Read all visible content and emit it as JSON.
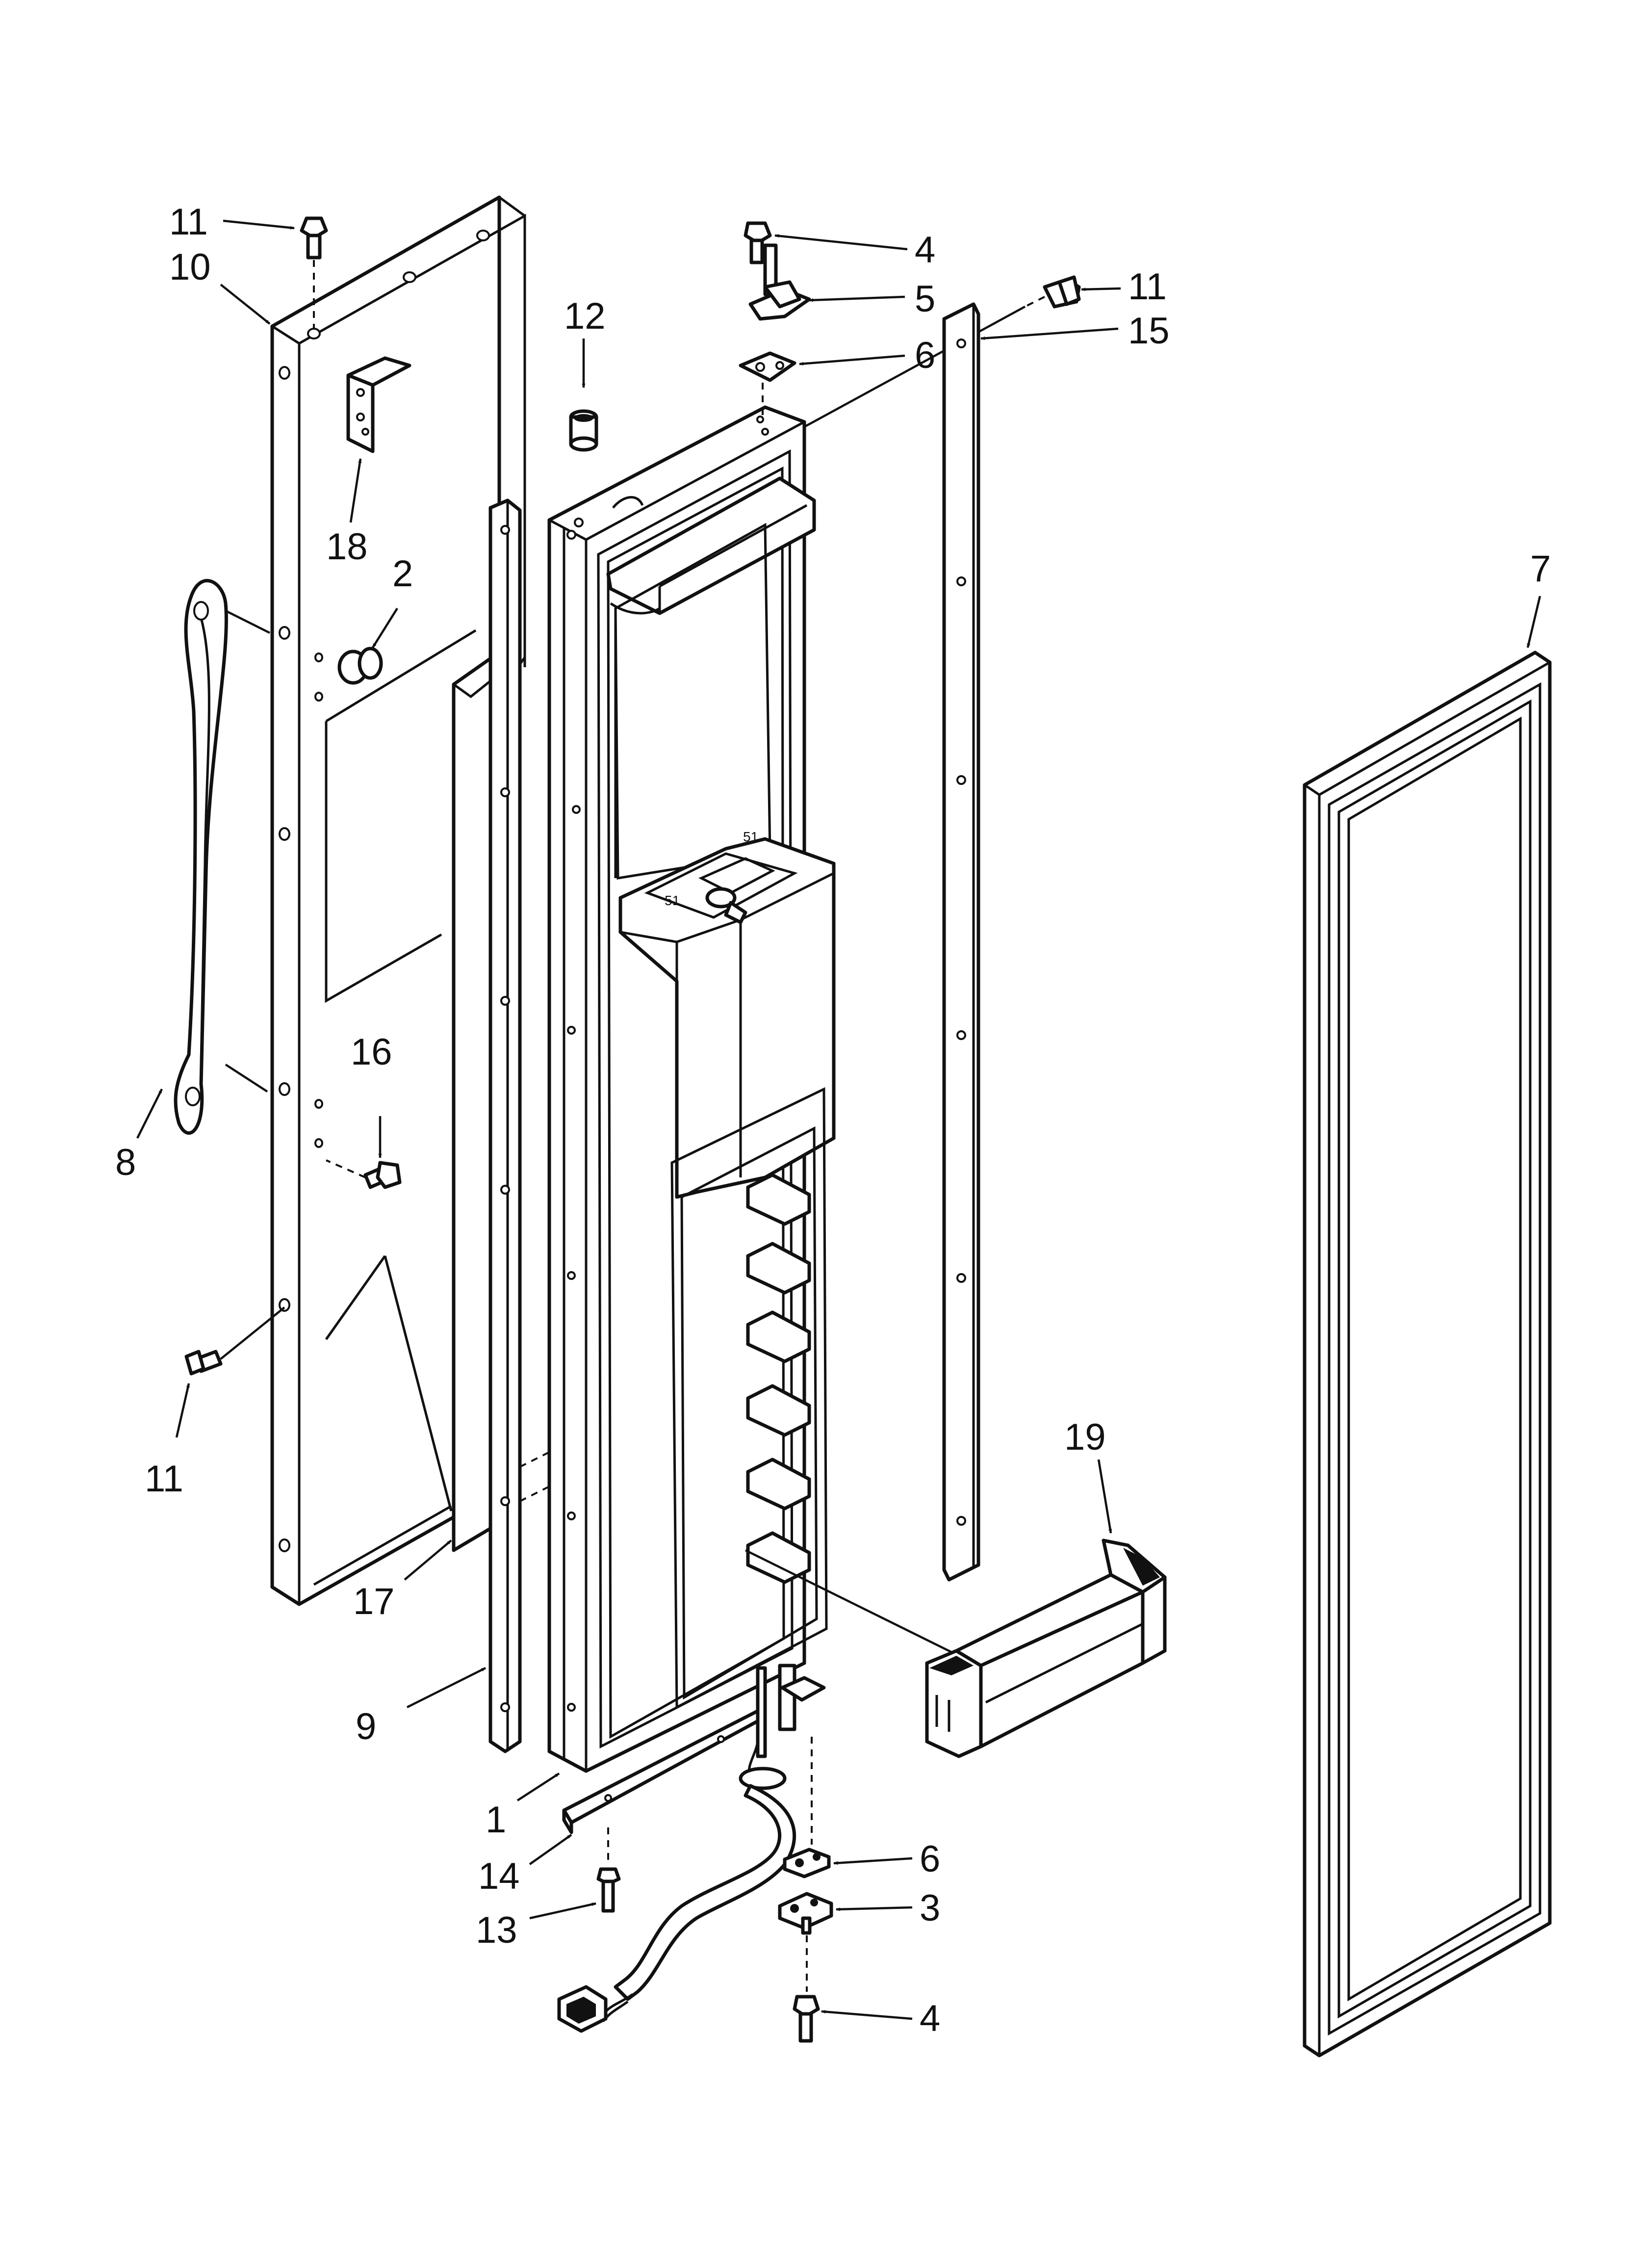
{
  "diagram": {
    "type": "exploded-parts-view",
    "colors": {
      "ink": "#111111",
      "paper": "#ffffff"
    },
    "callouts": [
      {
        "id": "c11a",
        "label": "11"
      },
      {
        "id": "c10",
        "label": "10"
      },
      {
        "id": "c18",
        "label": "18"
      },
      {
        "id": "c2",
        "label": "2"
      },
      {
        "id": "c8",
        "label": "8"
      },
      {
        "id": "c16",
        "label": "16"
      },
      {
        "id": "c11c",
        "label": "11"
      },
      {
        "id": "c17",
        "label": "17"
      },
      {
        "id": "c9",
        "label": "9"
      },
      {
        "id": "c12",
        "label": "12"
      },
      {
        "id": "c1",
        "label": "1"
      },
      {
        "id": "c14",
        "label": "14"
      },
      {
        "id": "c13",
        "label": "13"
      },
      {
        "id": "c4a",
        "label": "4"
      },
      {
        "id": "c5",
        "label": "5"
      },
      {
        "id": "c6a",
        "label": "6"
      },
      {
        "id": "c11b",
        "label": "11"
      },
      {
        "id": "c15",
        "label": "15"
      },
      {
        "id": "c6b",
        "label": "6"
      },
      {
        "id": "c3",
        "label": "3"
      },
      {
        "id": "c4b",
        "label": "4"
      },
      {
        "id": "c19",
        "label": "19"
      },
      {
        "id": "c7",
        "label": "7"
      }
    ]
  }
}
